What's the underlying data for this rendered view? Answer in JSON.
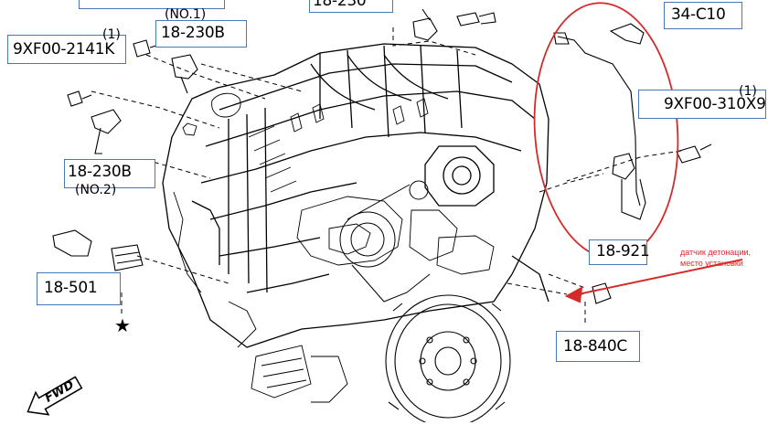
{
  "callouts": {
    "top_partial": "18-230",
    "right_top": "34-C10",
    "left_top_qty": "(1)",
    "left_top_part": "9XF00-2141K",
    "no1_label": "(NO.1)",
    "part_18_230b_no1": "18-230B",
    "right_mid_qty": "(1)",
    "right_mid_part": "9XF00-310X9",
    "part_18_230b_no2": "18-230B",
    "no2_label": "(NO.2)",
    "part_18_501": "18-501",
    "part_18_921": "18-921",
    "part_18_840c": "18-840C",
    "fwd": "FWD",
    "star": "★"
  },
  "annotation": {
    "line1": "датчик детонации,",
    "line2": "место установки",
    "color": "#e0282a"
  },
  "colors": {
    "line": "#000000",
    "callout_border": "#4a78b8",
    "highlight": "#d42a2a"
  }
}
